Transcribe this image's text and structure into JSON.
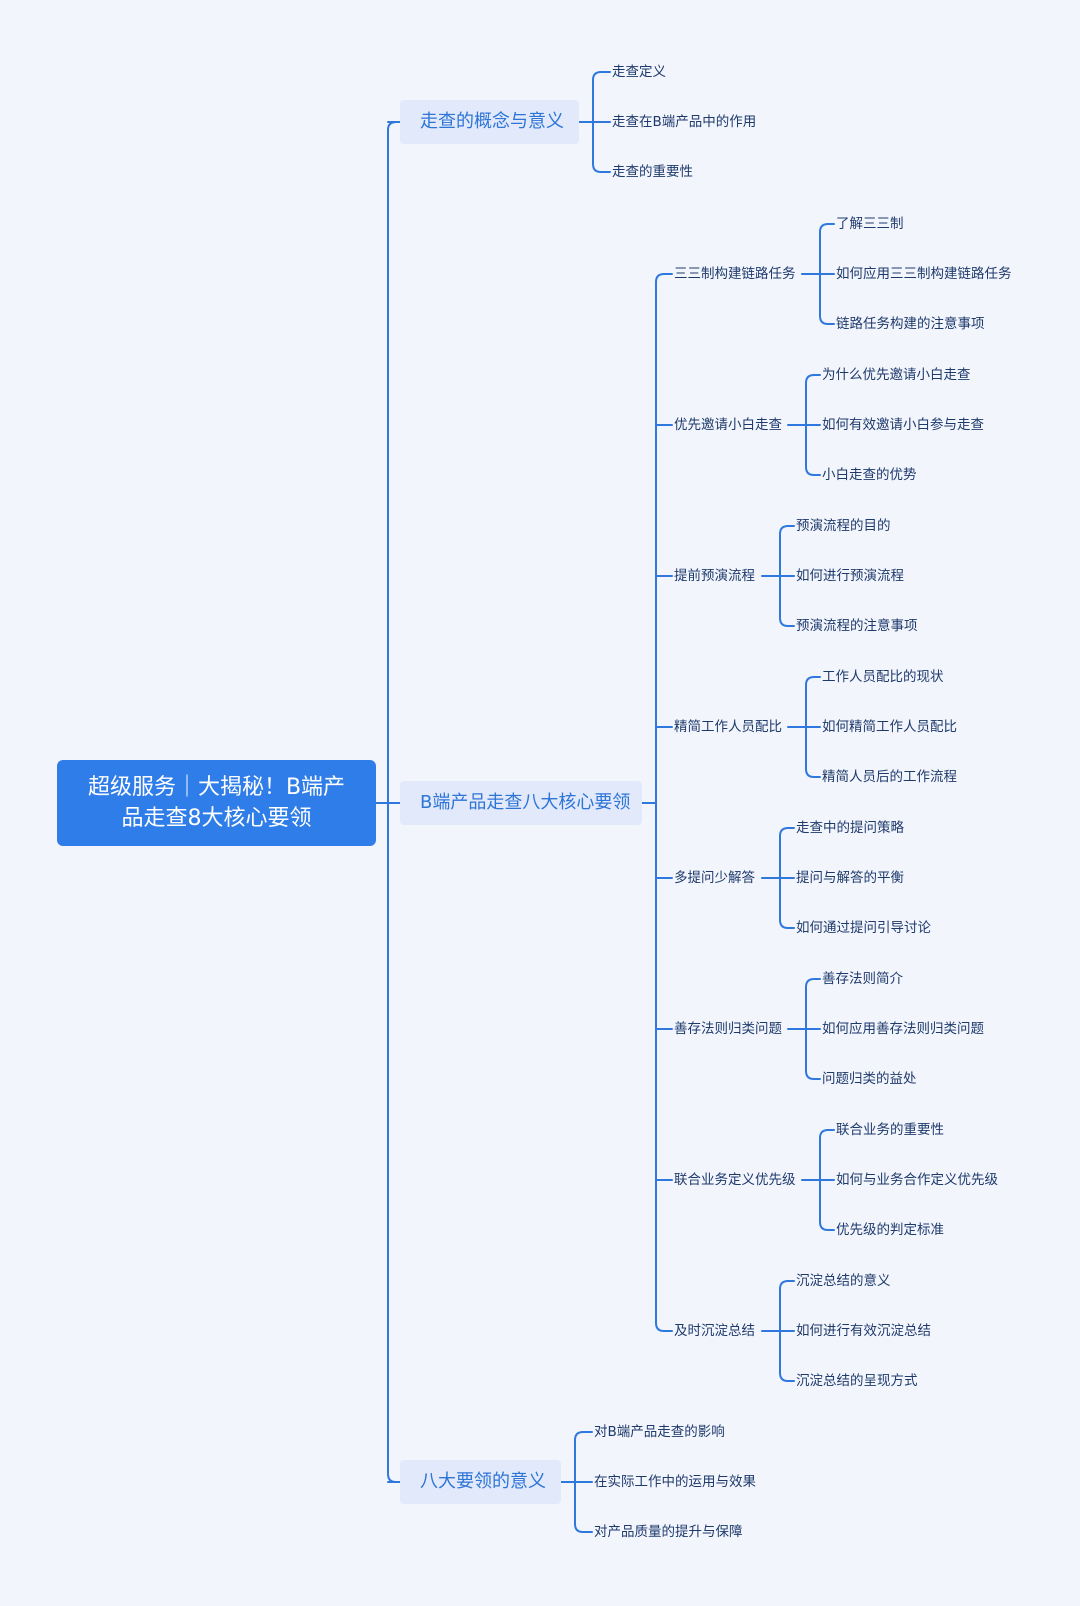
{
  "root": {
    "title": "超级服务｜大揭秘！B端产品走查8大核心要领"
  },
  "branches": [
    {
      "label": "走查的概念与意义",
      "children": [
        {
          "label": "走查定义"
        },
        {
          "label": "走查在B端产品中的作用"
        },
        {
          "label": "走查的重要性"
        }
      ]
    },
    {
      "label": "B端产品走查八大核心要领",
      "children": [
        {
          "label": "三三制构建链路任务",
          "children": [
            {
              "label": "了解三三制"
            },
            {
              "label": "如何应用三三制构建链路任务"
            },
            {
              "label": "链路任务构建的注意事项"
            }
          ]
        },
        {
          "label": "优先邀请小白走查",
          "children": [
            {
              "label": "为什么优先邀请小白走查"
            },
            {
              "label": "如何有效邀请小白参与走查"
            },
            {
              "label": "小白走查的优势"
            }
          ]
        },
        {
          "label": "提前预演流程",
          "children": [
            {
              "label": "预演流程的目的"
            },
            {
              "label": "如何进行预演流程"
            },
            {
              "label": "预演流程的注意事项"
            }
          ]
        },
        {
          "label": "精简工作人员配比",
          "children": [
            {
              "label": "工作人员配比的现状"
            },
            {
              "label": "如何精简工作人员配比"
            },
            {
              "label": "精简人员后的工作流程"
            }
          ]
        },
        {
          "label": "多提问少解答",
          "children": [
            {
              "label": "走查中的提问策略"
            },
            {
              "label": "提问与解答的平衡"
            },
            {
              "label": "如何通过提问引导讨论"
            }
          ]
        },
        {
          "label": "善存法则归类问题",
          "children": [
            {
              "label": "善存法则简介"
            },
            {
              "label": "如何应用善存法则归类问题"
            },
            {
              "label": "问题归类的益处"
            }
          ]
        },
        {
          "label": "联合业务定义优先级",
          "children": [
            {
              "label": "联合业务的重要性"
            },
            {
              "label": "如何与业务合作定义优先级"
            },
            {
              "label": "优先级的判定标准"
            }
          ]
        },
        {
          "label": "及时沉淀总结",
          "children": [
            {
              "label": "沉淀总结的意义"
            },
            {
              "label": "如何进行有效沉淀总结"
            },
            {
              "label": "沉淀总结的呈现方式"
            }
          ]
        }
      ]
    },
    {
      "label": "八大要领的意义",
      "children": [
        {
          "label": "对B端产品走查的影响"
        },
        {
          "label": "在实际工作中的运用与效果"
        },
        {
          "label": "对产品质量的提升与保障"
        }
      ]
    }
  ]
}
